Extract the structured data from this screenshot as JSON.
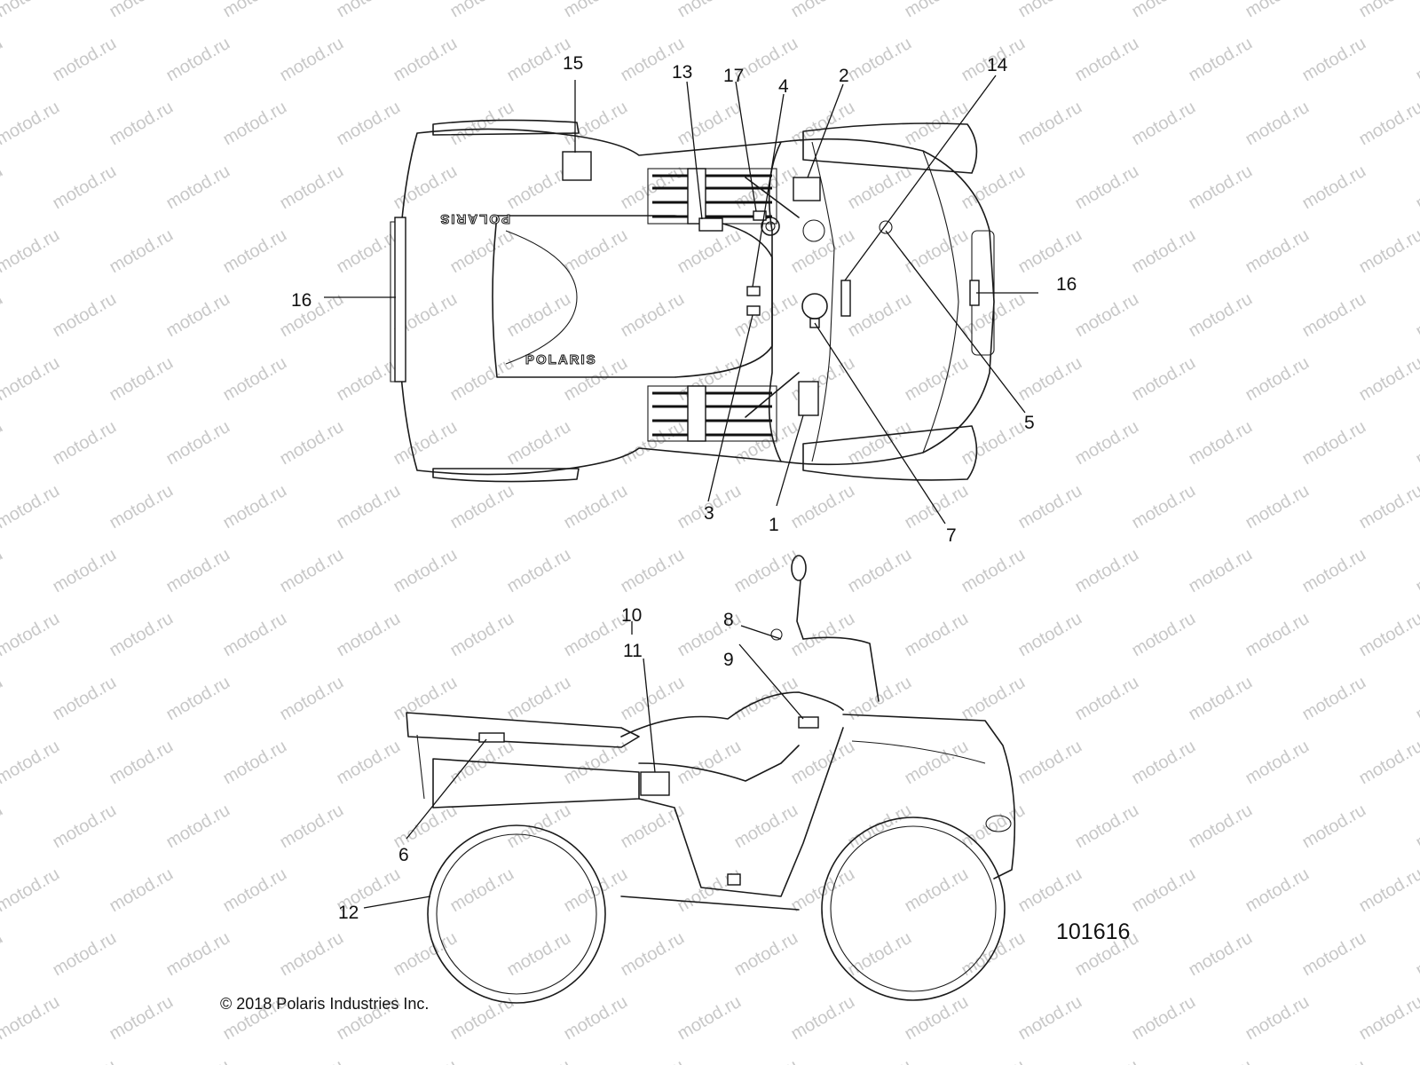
{
  "watermark": "motod.ru",
  "drawing_number": "101616",
  "copyright": "© 2018 Polaris Industries Inc.",
  "brand_mark": "POLARIS",
  "top_view_callouts": [
    {
      "id": "c15",
      "label": "15"
    },
    {
      "id": "c13",
      "label": "13"
    },
    {
      "id": "c17",
      "label": "17"
    },
    {
      "id": "c4",
      "label": "4"
    },
    {
      "id": "c2",
      "label": "2"
    },
    {
      "id": "c14",
      "label": "14"
    },
    {
      "id": "c16L",
      "label": "16"
    },
    {
      "id": "c16R",
      "label": "16"
    },
    {
      "id": "c5",
      "label": "5"
    },
    {
      "id": "c7",
      "label": "7"
    },
    {
      "id": "c3",
      "label": "3"
    },
    {
      "id": "c1",
      "label": "1"
    }
  ],
  "side_view_callouts": [
    {
      "id": "c10",
      "label": "10"
    },
    {
      "id": "c11",
      "label": "11"
    },
    {
      "id": "c8",
      "label": "8"
    },
    {
      "id": "c9",
      "label": "9"
    },
    {
      "id": "c6",
      "label": "6"
    },
    {
      "id": "c12",
      "label": "12"
    }
  ]
}
